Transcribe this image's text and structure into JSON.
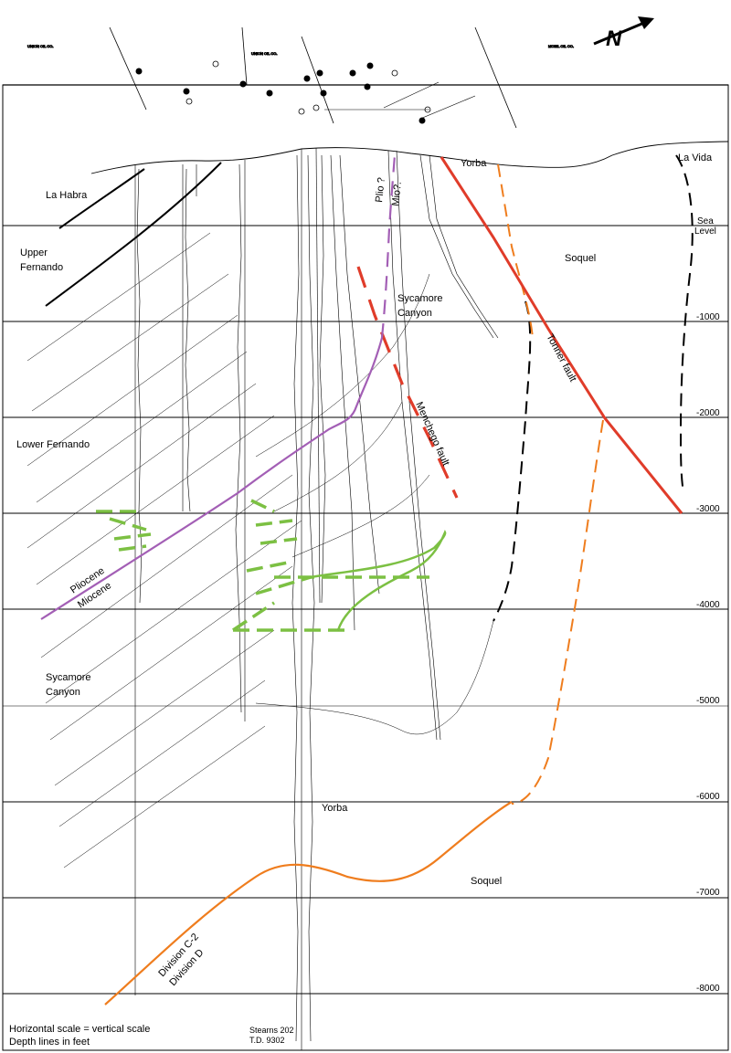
{
  "header": {
    "lease_labels": [
      "UNION OIL CO.",
      "UNION OIL CO.",
      "MOBIL OIL CO."
    ],
    "north_arrow_letter": "N",
    "north_arrow_icon": "north-arrow-icon"
  },
  "depth_scale": {
    "sea_level_label_1": "Sea",
    "sea_level_label_2": "Level",
    "ticks": [
      "-1000",
      "-2000",
      "-3000",
      "-4000",
      "-5000",
      "-6000",
      "-7000",
      "-8000"
    ]
  },
  "formations": {
    "la_habra": "La Habra",
    "upper_fernando_1": "Upper",
    "upper_fernando_2": "Fernando",
    "lower_fernando": "Lower Fernando",
    "sycamore_canyon_upper_1": "Sycamore",
    "sycamore_canyon_upper_2": "Canyon",
    "sycamore_canyon_lower_1": "Sycamore",
    "sycamore_canyon_lower_2": "Canyon",
    "yorba_upper": "Yorba",
    "yorba_lower": "Yorba",
    "soquel_upper": "Soquel",
    "soquel_lower": "Soquel",
    "la_vida": "La Vida"
  },
  "boundaries": {
    "pliocene": "Pliocene",
    "miocene": "Miocene",
    "plio": "Plio ?",
    "mio": "Mio?.",
    "division_c2": "Division C-2",
    "division_d": "Division D"
  },
  "faults": {
    "tonner": "Tonner fault",
    "menchego": "Menchego fault"
  },
  "well": {
    "name": "Stearns 202",
    "td": "T.D. 9302"
  },
  "notes": {
    "scale_note": "Horizontal scale = vertical scale",
    "depth_note": "Depth lines in feet"
  },
  "colors": {
    "fault_red": "#e03c2a",
    "orange": "#ef7d1e",
    "purple": "#a35fb5",
    "green": "#7cc043",
    "black": "#000000"
  }
}
